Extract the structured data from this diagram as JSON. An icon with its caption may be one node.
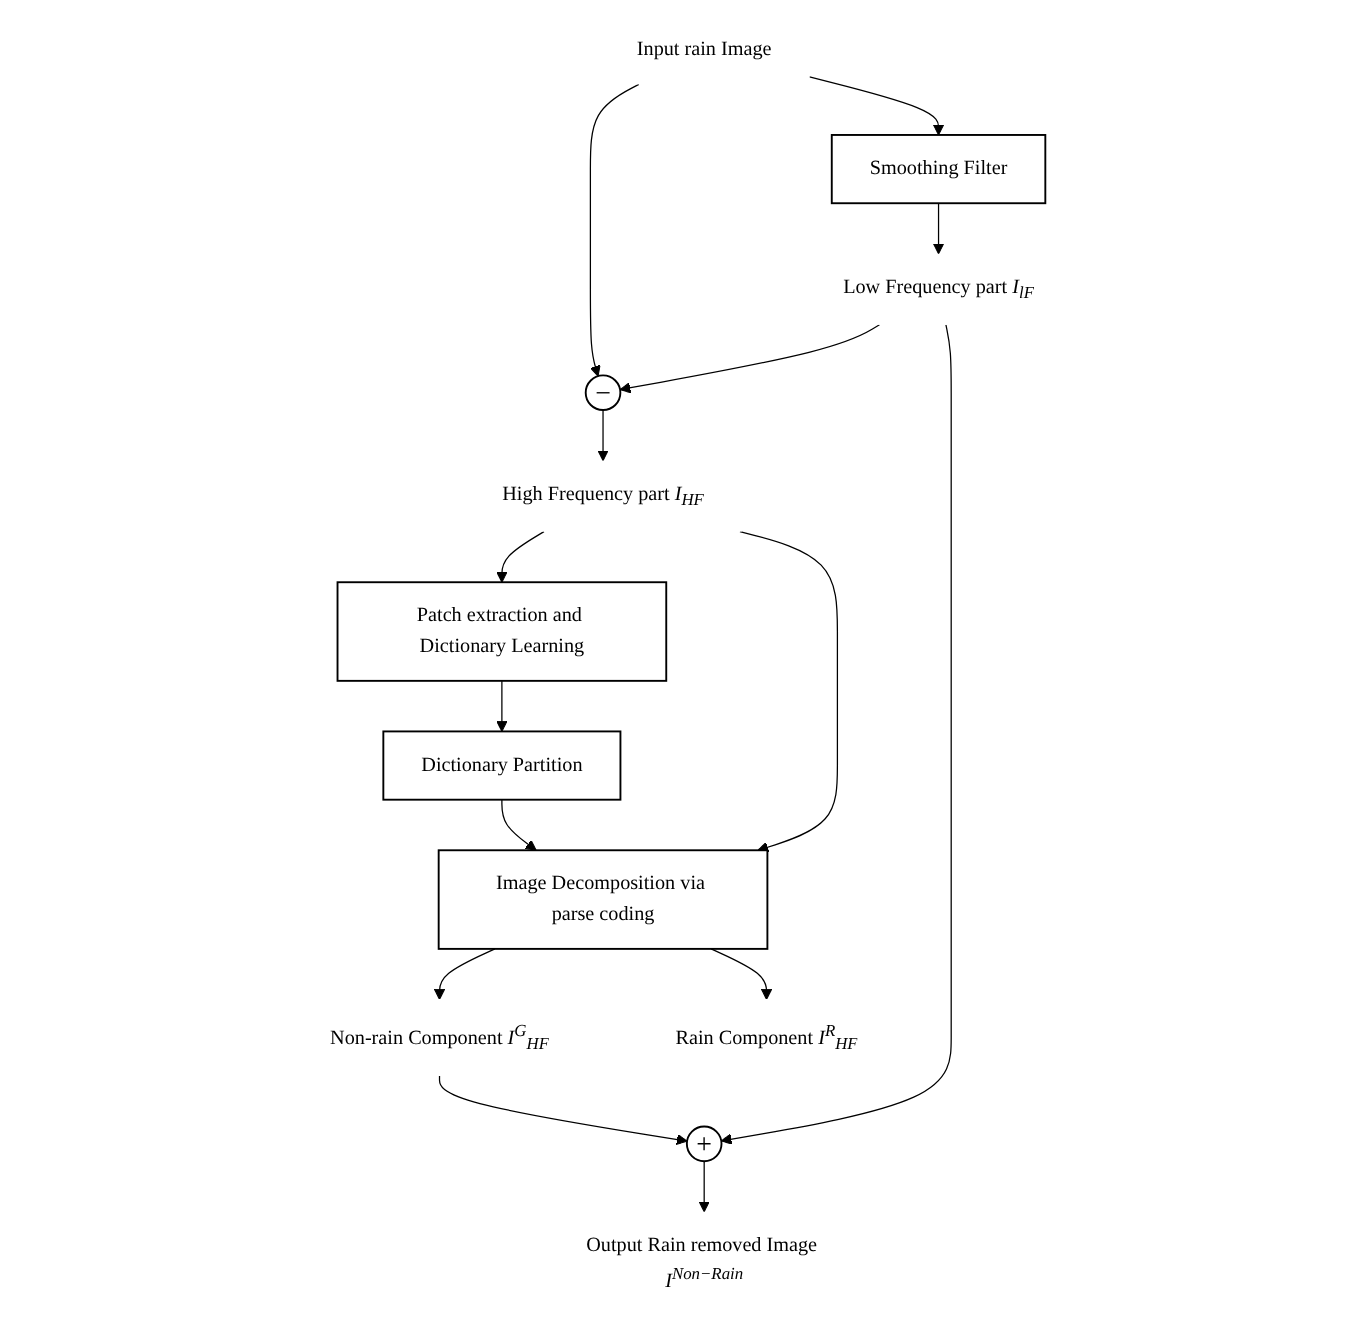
{
  "diagram": {
    "nodes": [
      {
        "text": [
          "Input rain Image"
        ]
      },
      {
        "text": [
          "−"
        ]
      },
      {
        "text": [
          "High Frequency part *I*$_{HF}$"
        ]
      },
      {
        "text": [
          "Smoothing Filter"
        ]
      },
      {
        "text": [
          "Low Frequency part *I*$_{lF}$"
        ]
      },
      {
        "text": [
          "Patch extraction and Dictionary Learning"
        ]
      },
      {
        "text": [
          "Dictionary Partition"
        ]
      },
      {
        "text": [
          "Image Decomposition via parse coding"
        ]
      },
      {
        "text": [
          "Non-rain Component *I*$^{G}$$_{HF}$"
        ]
      },
      {
        "text": [
          "+"
        ]
      },
      {
        "text": [
          "Rain Component *I*$^{R}$$_{HF}$"
        ]
      },
      {
        "text": [
          "Output Rain removed Image *I*$^{Non−Rain}$"
        ]
      }
    ],
    "edges": [
      {
        "from": 0,
        "to": 1,
        "arrow": "to"
      },
      {
        "from": 0,
        "to": 3,
        "arrow": "to"
      },
      {
        "from": 3,
        "to": 4,
        "arrow": "to"
      },
      {
        "from": 4,
        "to": 1,
        "arrow": "to"
      },
      {
        "from": 1,
        "to": 2,
        "arrow": "to"
      },
      {
        "from": 2,
        "to": 5,
        "arrow": "to"
      },
      {
        "from": 5,
        "to": 6,
        "arrow": "to"
      },
      {
        "from": 6,
        "to": 7,
        "arrow": "to"
      },
      {
        "from": 2,
        "to": 7,
        "arrow": "to"
      },
      {
        "from": 7,
        "to": 8,
        "arrow": "to"
      },
      {
        "from": 8,
        "to": 9,
        "arrow": "to"
      },
      {
        "from": 4,
        "to": 9,
        "arrow": "to"
      },
      {
        "from": 9,
        "to": 11,
        "arrow": "to"
      },
      {
        "from": 7,
        "to": 10,
        "arrow": "to"
      }
    ]
  }
}
